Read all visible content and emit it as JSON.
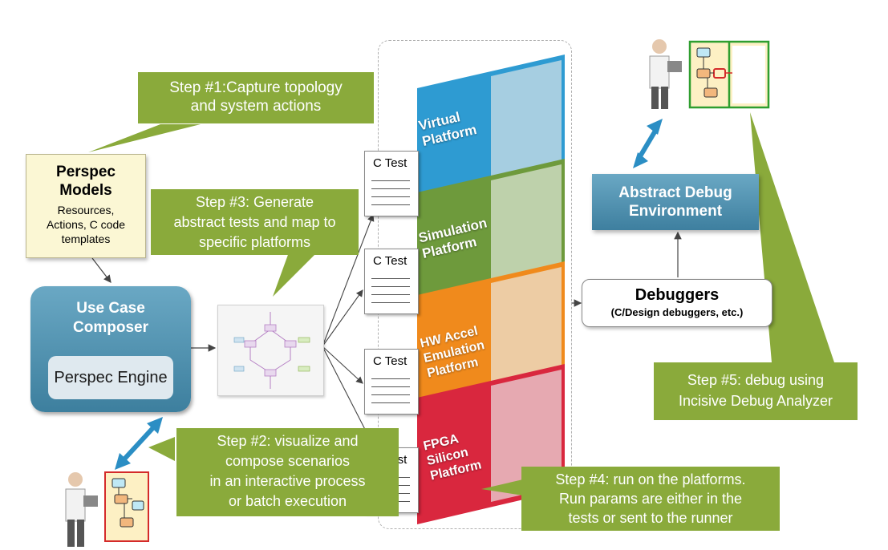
{
  "step1": {
    "lines": [
      "Step #1:Capture topology",
      "and system actions"
    ]
  },
  "step2": {
    "lines": [
      "Step #2: visualize and",
      "compose scenarios",
      "in an interactive process",
      "or batch execution"
    ]
  },
  "step3": {
    "lines": [
      "Step #3: Generate",
      "abstract tests and map to",
      "specific platforms"
    ]
  },
  "step4": {
    "lines": [
      "Step #4: run on the platforms.",
      "Run params are either in the",
      "tests or sent to the runner"
    ]
  },
  "step5": {
    "lines": [
      "Step #5: debug using",
      "Incisive Debug Analyzer"
    ]
  },
  "models": {
    "title_line1": "Perspec",
    "title_line2": "Models",
    "detail_lines": [
      "Resources,",
      "Actions, C code",
      "templates"
    ]
  },
  "composer": {
    "title_line1": "Use Case",
    "title_line2": "Composer",
    "engine": "Perspec Engine"
  },
  "tests": [
    {
      "label": "C Test"
    },
    {
      "label": "C Test"
    },
    {
      "label": "C Test"
    },
    {
      "label": "C Test"
    }
  ],
  "platforms": [
    {
      "lines": [
        "Virtual",
        "Platform"
      ],
      "color": "#2e9bd2"
    },
    {
      "lines": [
        "Simulation",
        "Platform"
      ],
      "color": "#6e9a3c"
    },
    {
      "lines": [
        "HW Accel",
        "Emulation",
        "Platform"
      ],
      "color": "#f08a1c"
    },
    {
      "lines": [
        "FPGA",
        "Silicon",
        "Platform"
      ],
      "color": "#d9273e"
    }
  ],
  "abstract_env": {
    "line1": "Abstract Debug",
    "line2": "Environment"
  },
  "debuggers": {
    "title": "Debuggers",
    "subtitle": "(C/Design debuggers, etc.)"
  },
  "colors": {
    "callout": "#8aaa3b",
    "arrow": "#2b8ec4",
    "composer": "#4f8fae"
  }
}
